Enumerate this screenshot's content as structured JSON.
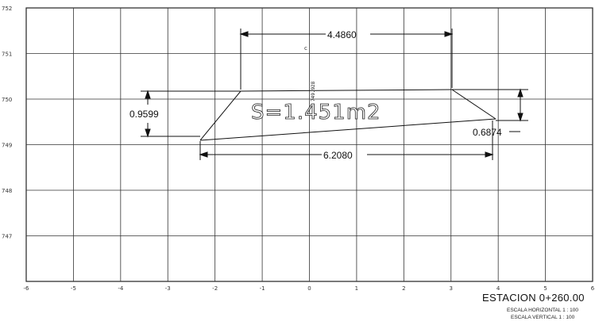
{
  "y_axis_labels": [
    "752",
    "751",
    "750",
    "749",
    "748",
    "747"
  ],
  "x_axis_labels": [
    "-6",
    "-5",
    "-4",
    "-3",
    "-2",
    "-1",
    "0",
    "1",
    "2",
    "3",
    "4",
    "5",
    "6"
  ],
  "dimensions": {
    "top_width": "4.4860",
    "bottom_width": "6.2080",
    "left_height": "0.9599",
    "right_height": "0.6874"
  },
  "area_label": "S=1.451m2",
  "center_mark": "c",
  "elevation_text": "749.928",
  "station": {
    "title": "ESTACION 0+260.00",
    "scale_horizontal": "ESCALA HORIZONTAL 1 : 100",
    "scale_vertical": "ESCALA VERTICAL 1 : 100"
  }
}
